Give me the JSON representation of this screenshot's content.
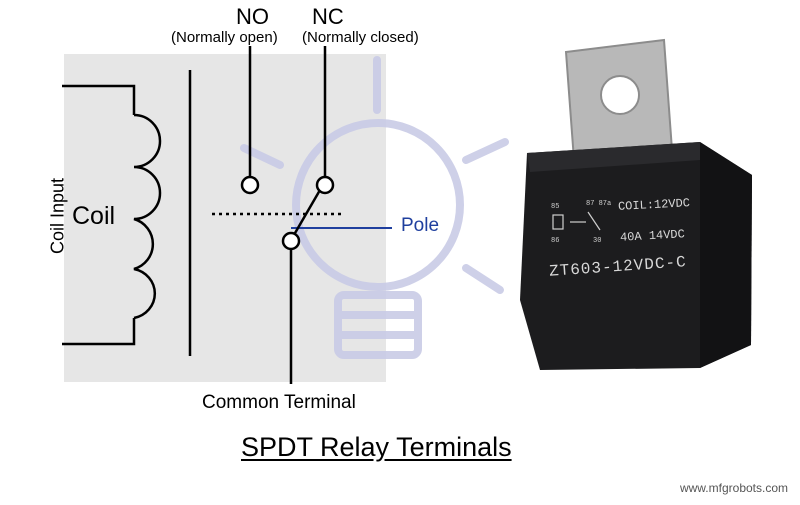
{
  "diagram": {
    "title": "SPDT Relay Terminals",
    "no_label": "NO",
    "no_sublabel": "(Normally open)",
    "nc_label": "NC",
    "nc_sublabel": "(Normally closed)",
    "coil_label": "Coil",
    "coil_input_label": "Coil Input",
    "pole_label": "Pole",
    "common_label": "Common Terminal"
  },
  "relay_photo": {
    "coil_marking": "COIL:12VDC",
    "rating_marking": "40A  14VDC",
    "model_marking": "ZT603-12VDC-C"
  },
  "watermark": "www.mfgrobots.com",
  "colors": {
    "background_panel": "#e6e6e6",
    "pole_line": "#1f3f9e",
    "bulb_watermark": "#c9cbe6",
    "relay_body": "#1c1c1e",
    "bracket_metal": "#b8b8b8"
  }
}
